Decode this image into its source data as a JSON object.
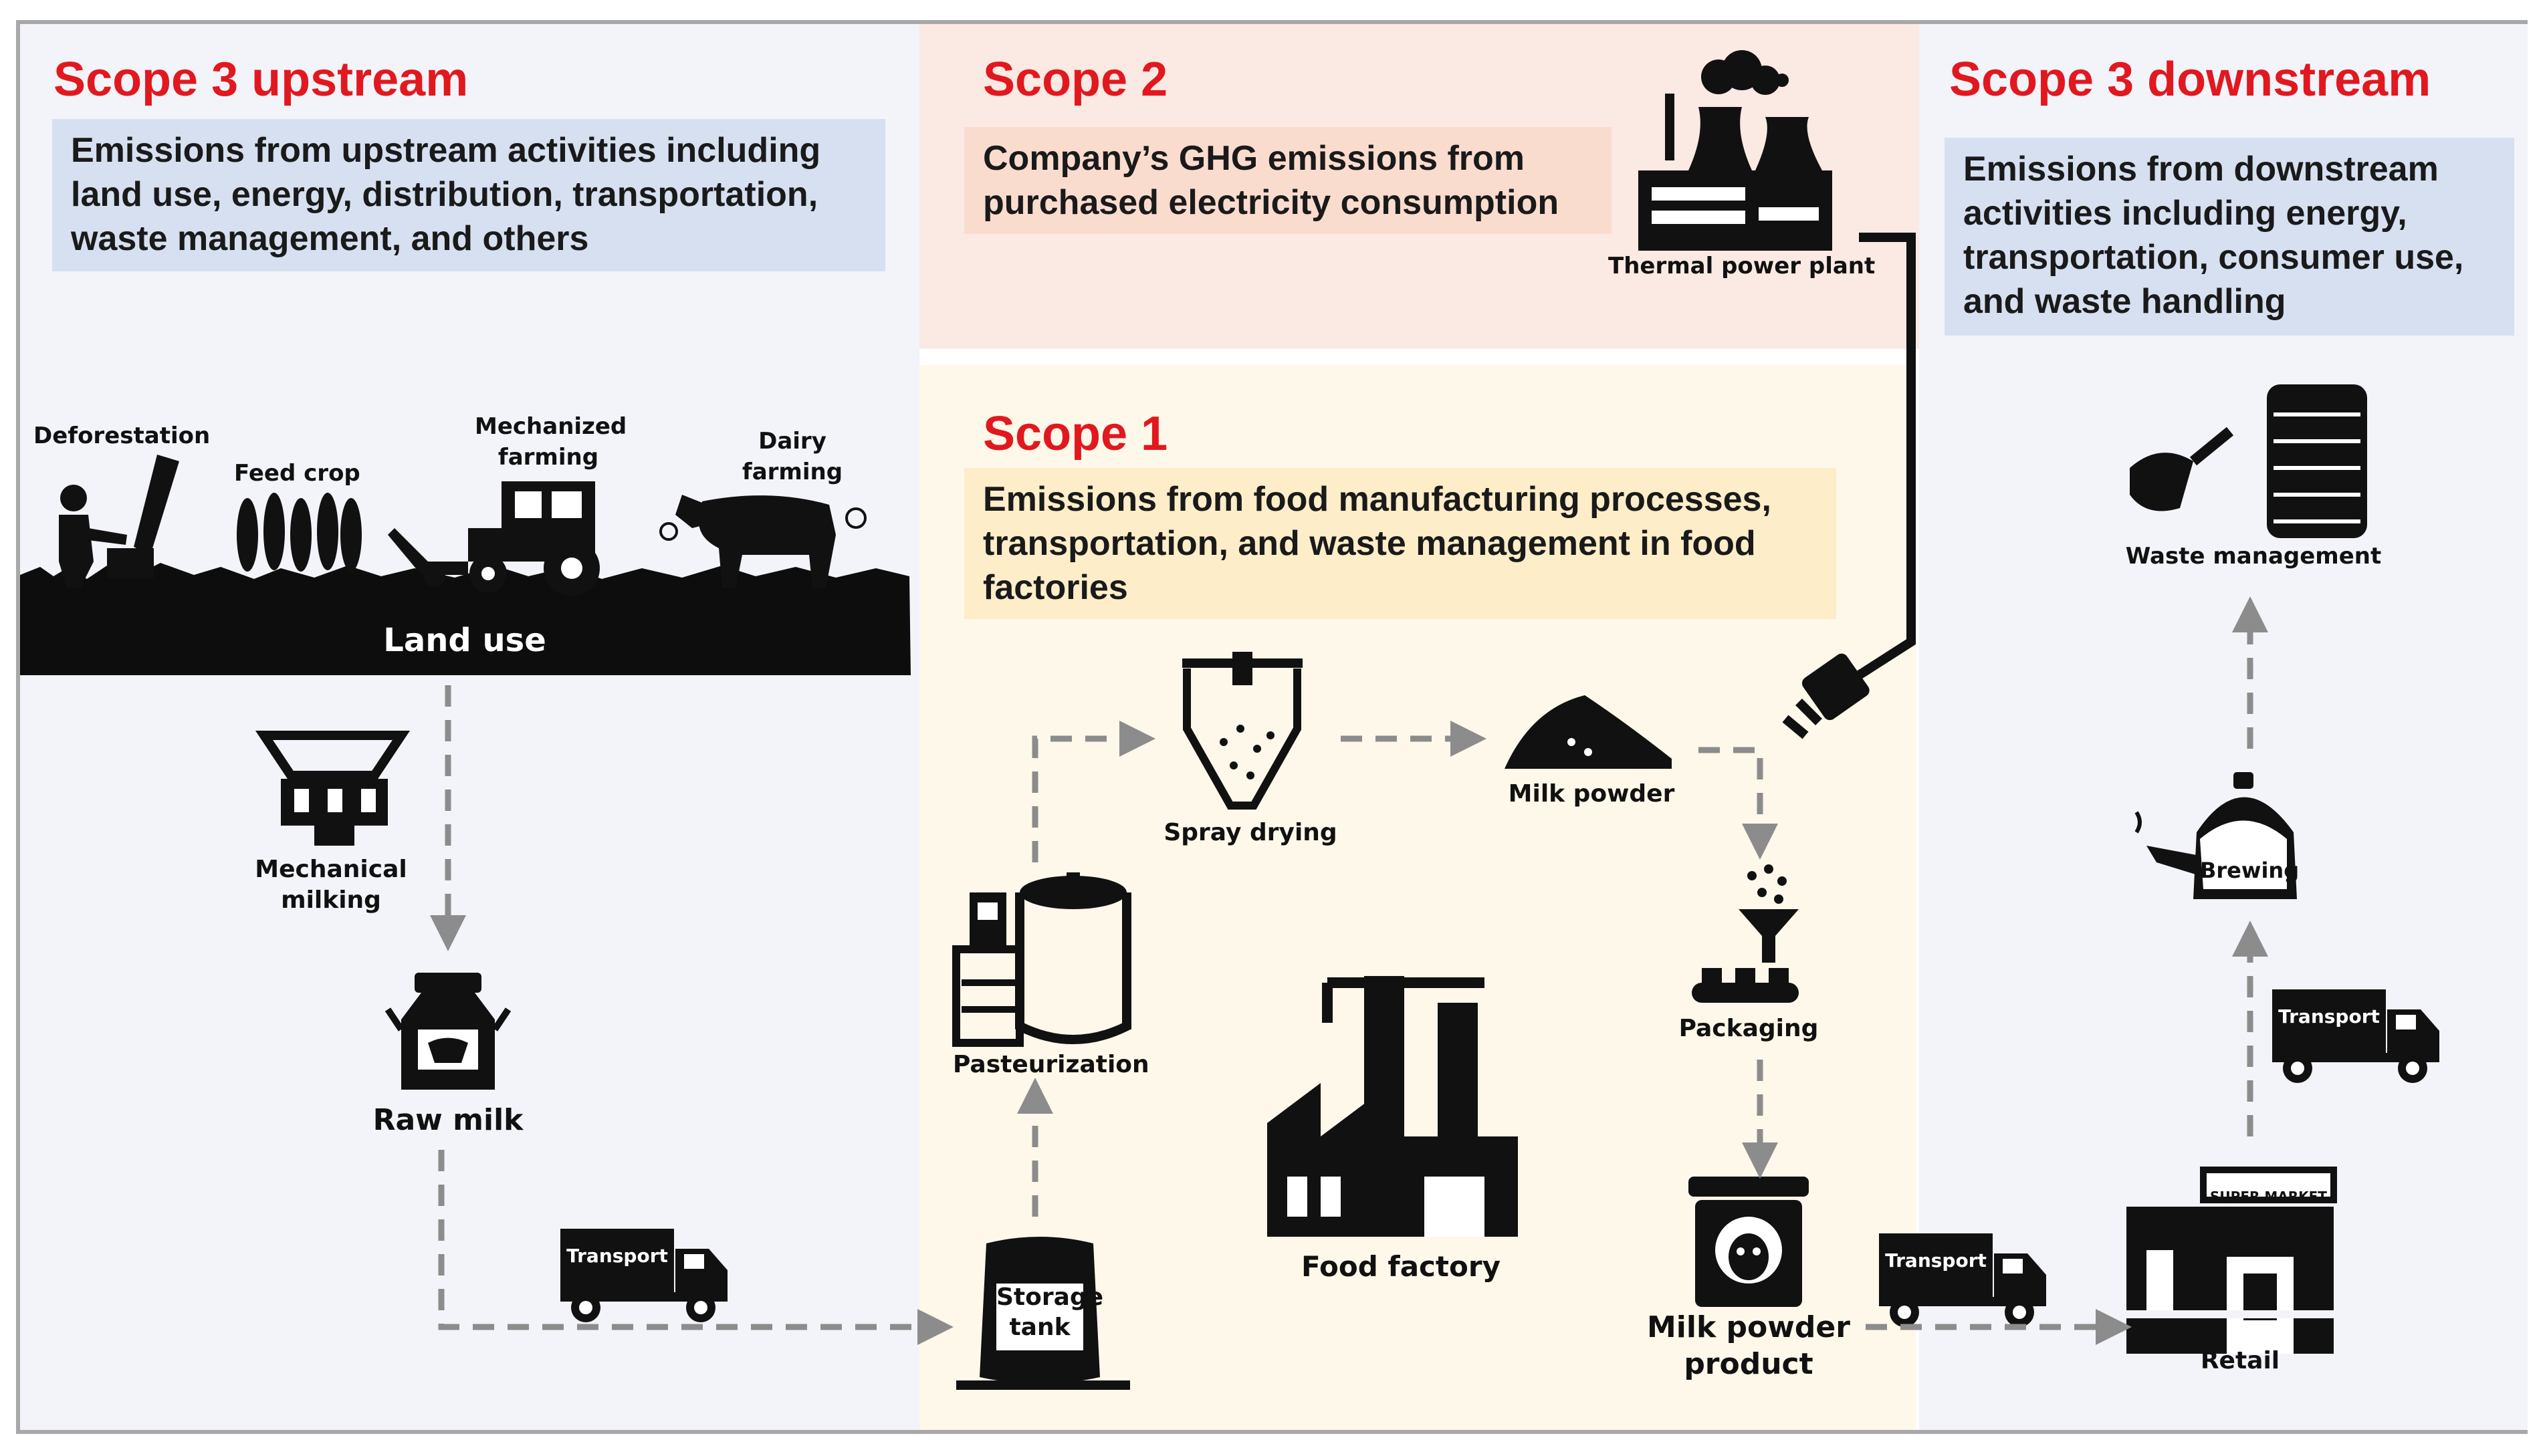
{
  "sections": {
    "upstream": {
      "title": "Scope 3 upstream",
      "description": "Emissions from upstream activities including land use, energy, distribution, transportation, waste management, and others"
    },
    "scope2": {
      "title": "Scope 2",
      "description": "Company’s GHG emissions from purchased electricity consumption"
    },
    "scope1": {
      "title": "Scope 1",
      "description": "Emissions from food manufacturing processes, transportation, and waste management in food factories"
    },
    "downstream": {
      "title": "Scope 3 downstream",
      "description": "Emissions from downstream activities including energy, transportation, consumer use, and waste handling"
    }
  },
  "labels": {
    "deforestation": "Deforestation",
    "feed_crop": "Feed crop",
    "mechanized_farming_1": "Mechanized",
    "mechanized_farming_2": "farming",
    "dairy_farming_1": "Dairy",
    "dairy_farming_2": "farming",
    "land_use": "Land use",
    "mechanical_milking_1": "Mechanical",
    "mechanical_milking_2": "milking",
    "raw_milk": "Raw milk",
    "transport": "Transport",
    "storage_tank_1": "Storage",
    "storage_tank_2": "tank",
    "pasteurization": "Pasteurization",
    "spray_drying": "Spray drying",
    "milk_powder": "Milk powder",
    "packaging": "Packaging",
    "food_factory": "Food factory",
    "milk_powder_product_1": "Milk powder",
    "milk_powder_product_2": "product",
    "thermal_power_plant": "Thermal power plant",
    "retail": "Retail",
    "super_market": "SUPER MARKET",
    "brewing": "Brewing",
    "waste_management": "Waste management"
  },
  "colors": {
    "title_red": "#e2181f",
    "arrow_gray": "#8c8c8c",
    "icon_black": "#111111"
  }
}
